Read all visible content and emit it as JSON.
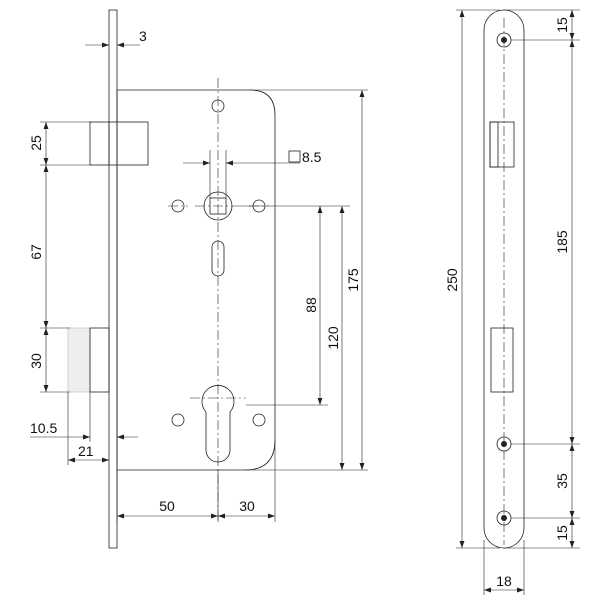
{
  "colors": {
    "line": "#222222",
    "case_fill": "#d6d6d6",
    "plate_fill": "#d2d2d2",
    "bolt_fill": "#bfbfbf",
    "hole_fill": "#ffffff",
    "background": "#ffffff"
  },
  "side_view": {
    "dims": {
      "plate_thickness": "3",
      "spindle_square": "8.5",
      "latch_height": "25",
      "latch_to_bolt": "67",
      "bolt_height": "30",
      "bolt_offset": "10.5",
      "projection": "21",
      "backset": "50",
      "centre_spacing": "30",
      "spindle_to_cylinder": "88",
      "spindle_to_bottom": "120",
      "case_height": "175"
    }
  },
  "front_view": {
    "dims": {
      "top_hole_offset": "15",
      "hole_spacing": "185",
      "plate_length": "250",
      "lower_hole_spacing": "35",
      "bottom_hole_offset": "15",
      "plate_width": "18"
    }
  }
}
